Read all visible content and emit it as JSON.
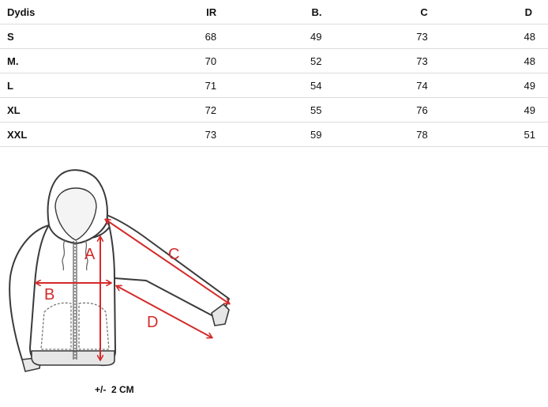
{
  "table": {
    "headers": [
      "Dydis",
      "IR",
      "B.",
      "C",
      "D"
    ],
    "rows": [
      [
        "S",
        "68",
        "49",
        "73",
        "48"
      ],
      [
        "M.",
        "70",
        "52",
        "73",
        "48"
      ],
      [
        "L",
        "71",
        "54",
        "74",
        "49"
      ],
      [
        "XL",
        "72",
        "55",
        "76",
        "49"
      ],
      [
        "XXL",
        "73",
        "59",
        "78",
        "51"
      ]
    ]
  },
  "diagram": {
    "labels": {
      "a": "A",
      "b": "B",
      "c": "C",
      "d": "D"
    },
    "arrow_color": "#d42a2a",
    "outline_color": "#3a3a3a"
  },
  "tolerance": "+/-  2 CM"
}
